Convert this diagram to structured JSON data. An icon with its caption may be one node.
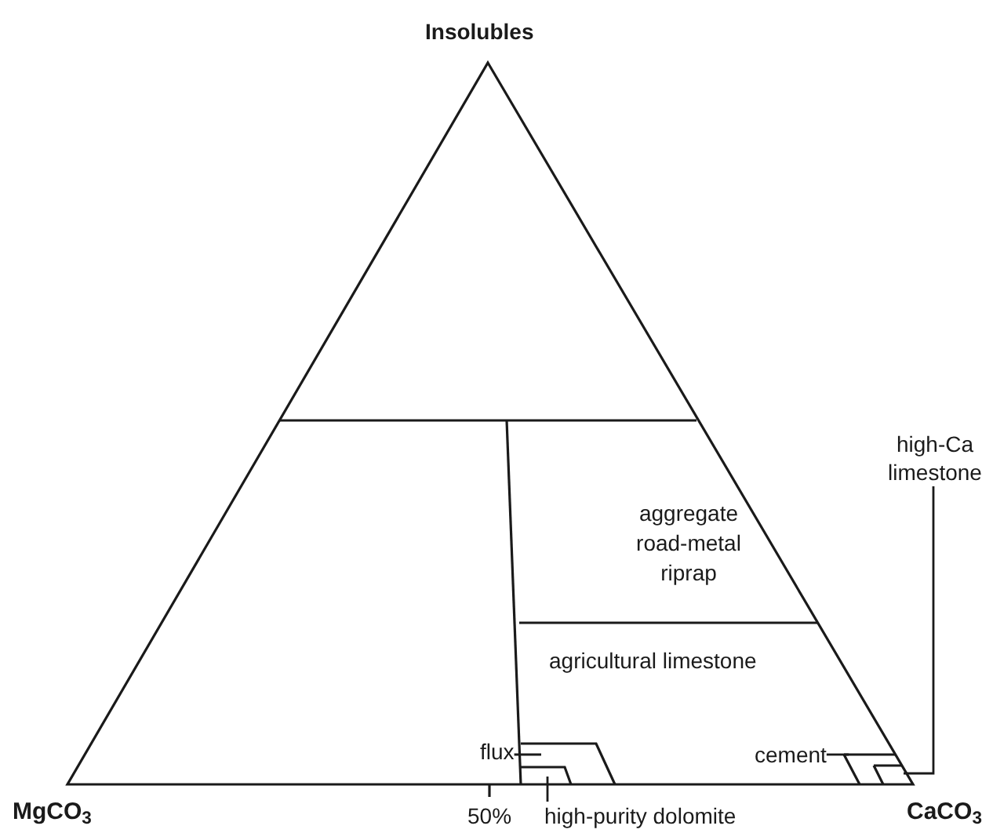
{
  "diagram": {
    "nodes": [
      {
        "text": [
          "flux"
        ]
      },
      {
        "text": [
          "high-purity dolomite"
        ]
      },
      {
        "text": [
          "cement"
        ]
      },
      {
        "text": [
          "high-Ca limestone"
        ]
      }
    ],
    "edges": [
      {
        "from": 0,
        "to": null,
        "arrow": "none"
      },
      {
        "from": 1,
        "to": null,
        "arrow": "none"
      },
      {
        "from": 2,
        "to": null,
        "arrow": "none"
      },
      {
        "from": 3,
        "to": null,
        "arrow": "none"
      }
    ],
    "labels": [
      "Insolubles",
      "aggregate road-metal riprap",
      "agricultural limestone",
      "MgCO$_{3}$",
      "50%",
      "CaCO$_{3}$"
    ]
  }
}
